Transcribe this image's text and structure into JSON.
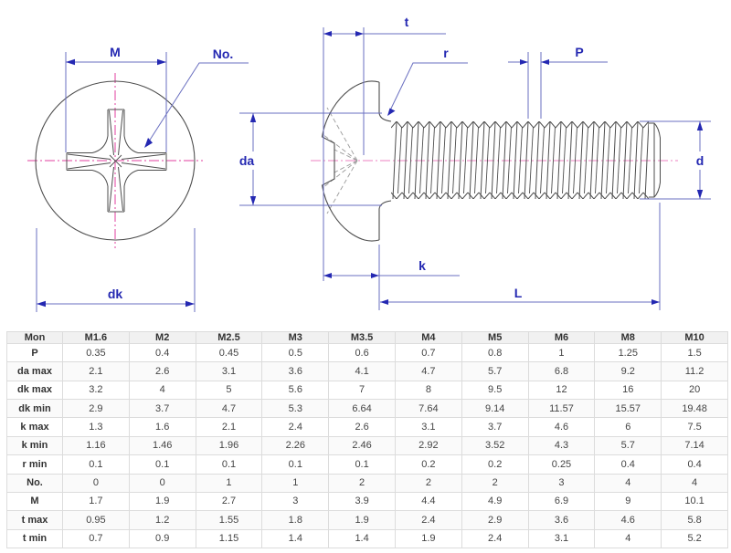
{
  "front_view": {
    "labels": {
      "m": "M",
      "no": "No.",
      "dk": "dk"
    }
  },
  "side_view": {
    "labels": {
      "t": "t",
      "r": "r",
      "p": "P",
      "da": "da",
      "d": "d",
      "k": "k",
      "l": "L"
    }
  },
  "colors": {
    "dimension_text": "#2428b2",
    "dimension_line": "#6a6fc0",
    "outline": "#4d4d4d",
    "hidden_line": "#9a9a9a",
    "centerline": "#e23f9f",
    "table_border": "#dcdcdc",
    "table_header_bg": "#f1f1f1"
  },
  "table": {
    "columns": [
      "Mon",
      "M1.6",
      "M2",
      "M2.5",
      "M3",
      "M3.5",
      "M4",
      "M5",
      "M6",
      "M8",
      "M10"
    ],
    "rows": [
      {
        "label": "P",
        "values": [
          "0.35",
          "0.4",
          "0.45",
          "0.5",
          "0.6",
          "0.7",
          "0.8",
          "1",
          "1.25",
          "1.5"
        ]
      },
      {
        "label": "da max",
        "values": [
          "2.1",
          "2.6",
          "3.1",
          "3.6",
          "4.1",
          "4.7",
          "5.7",
          "6.8",
          "9.2",
          "11.2"
        ]
      },
      {
        "label": "dk max",
        "values": [
          "3.2",
          "4",
          "5",
          "5.6",
          "7",
          "8",
          "9.5",
          "12",
          "16",
          "20"
        ]
      },
      {
        "label": "dk min",
        "values": [
          "2.9",
          "3.7",
          "4.7",
          "5.3",
          "6.64",
          "7.64",
          "9.14",
          "11.57",
          "15.57",
          "19.48"
        ]
      },
      {
        "label": "k max",
        "values": [
          "1.3",
          "1.6",
          "2.1",
          "2.4",
          "2.6",
          "3.1",
          "3.7",
          "4.6",
          "6",
          "7.5"
        ]
      },
      {
        "label": "k min",
        "values": [
          "1.16",
          "1.46",
          "1.96",
          "2.26",
          "2.46",
          "2.92",
          "3.52",
          "4.3",
          "5.7",
          "7.14"
        ]
      },
      {
        "label": "r min",
        "values": [
          "0.1",
          "0.1",
          "0.1",
          "0.1",
          "0.1",
          "0.2",
          "0.2",
          "0.25",
          "0.4",
          "0.4"
        ]
      },
      {
        "label": "No.",
        "values": [
          "0",
          "0",
          "1",
          "1",
          "2",
          "2",
          "2",
          "3",
          "4",
          "4"
        ]
      },
      {
        "label": "M",
        "values": [
          "1.7",
          "1.9",
          "2.7",
          "3",
          "3.9",
          "4.4",
          "4.9",
          "6.9",
          "9",
          "10.1"
        ]
      },
      {
        "label": "t max",
        "values": [
          "0.95",
          "1.2",
          "1.55",
          "1.8",
          "1.9",
          "2.4",
          "2.9",
          "3.6",
          "4.6",
          "5.8"
        ]
      },
      {
        "label": "t min",
        "values": [
          "0.7",
          "0.9",
          "1.15",
          "1.4",
          "1.4",
          "1.9",
          "2.4",
          "3.1",
          "4",
          "5.2"
        ]
      }
    ]
  }
}
